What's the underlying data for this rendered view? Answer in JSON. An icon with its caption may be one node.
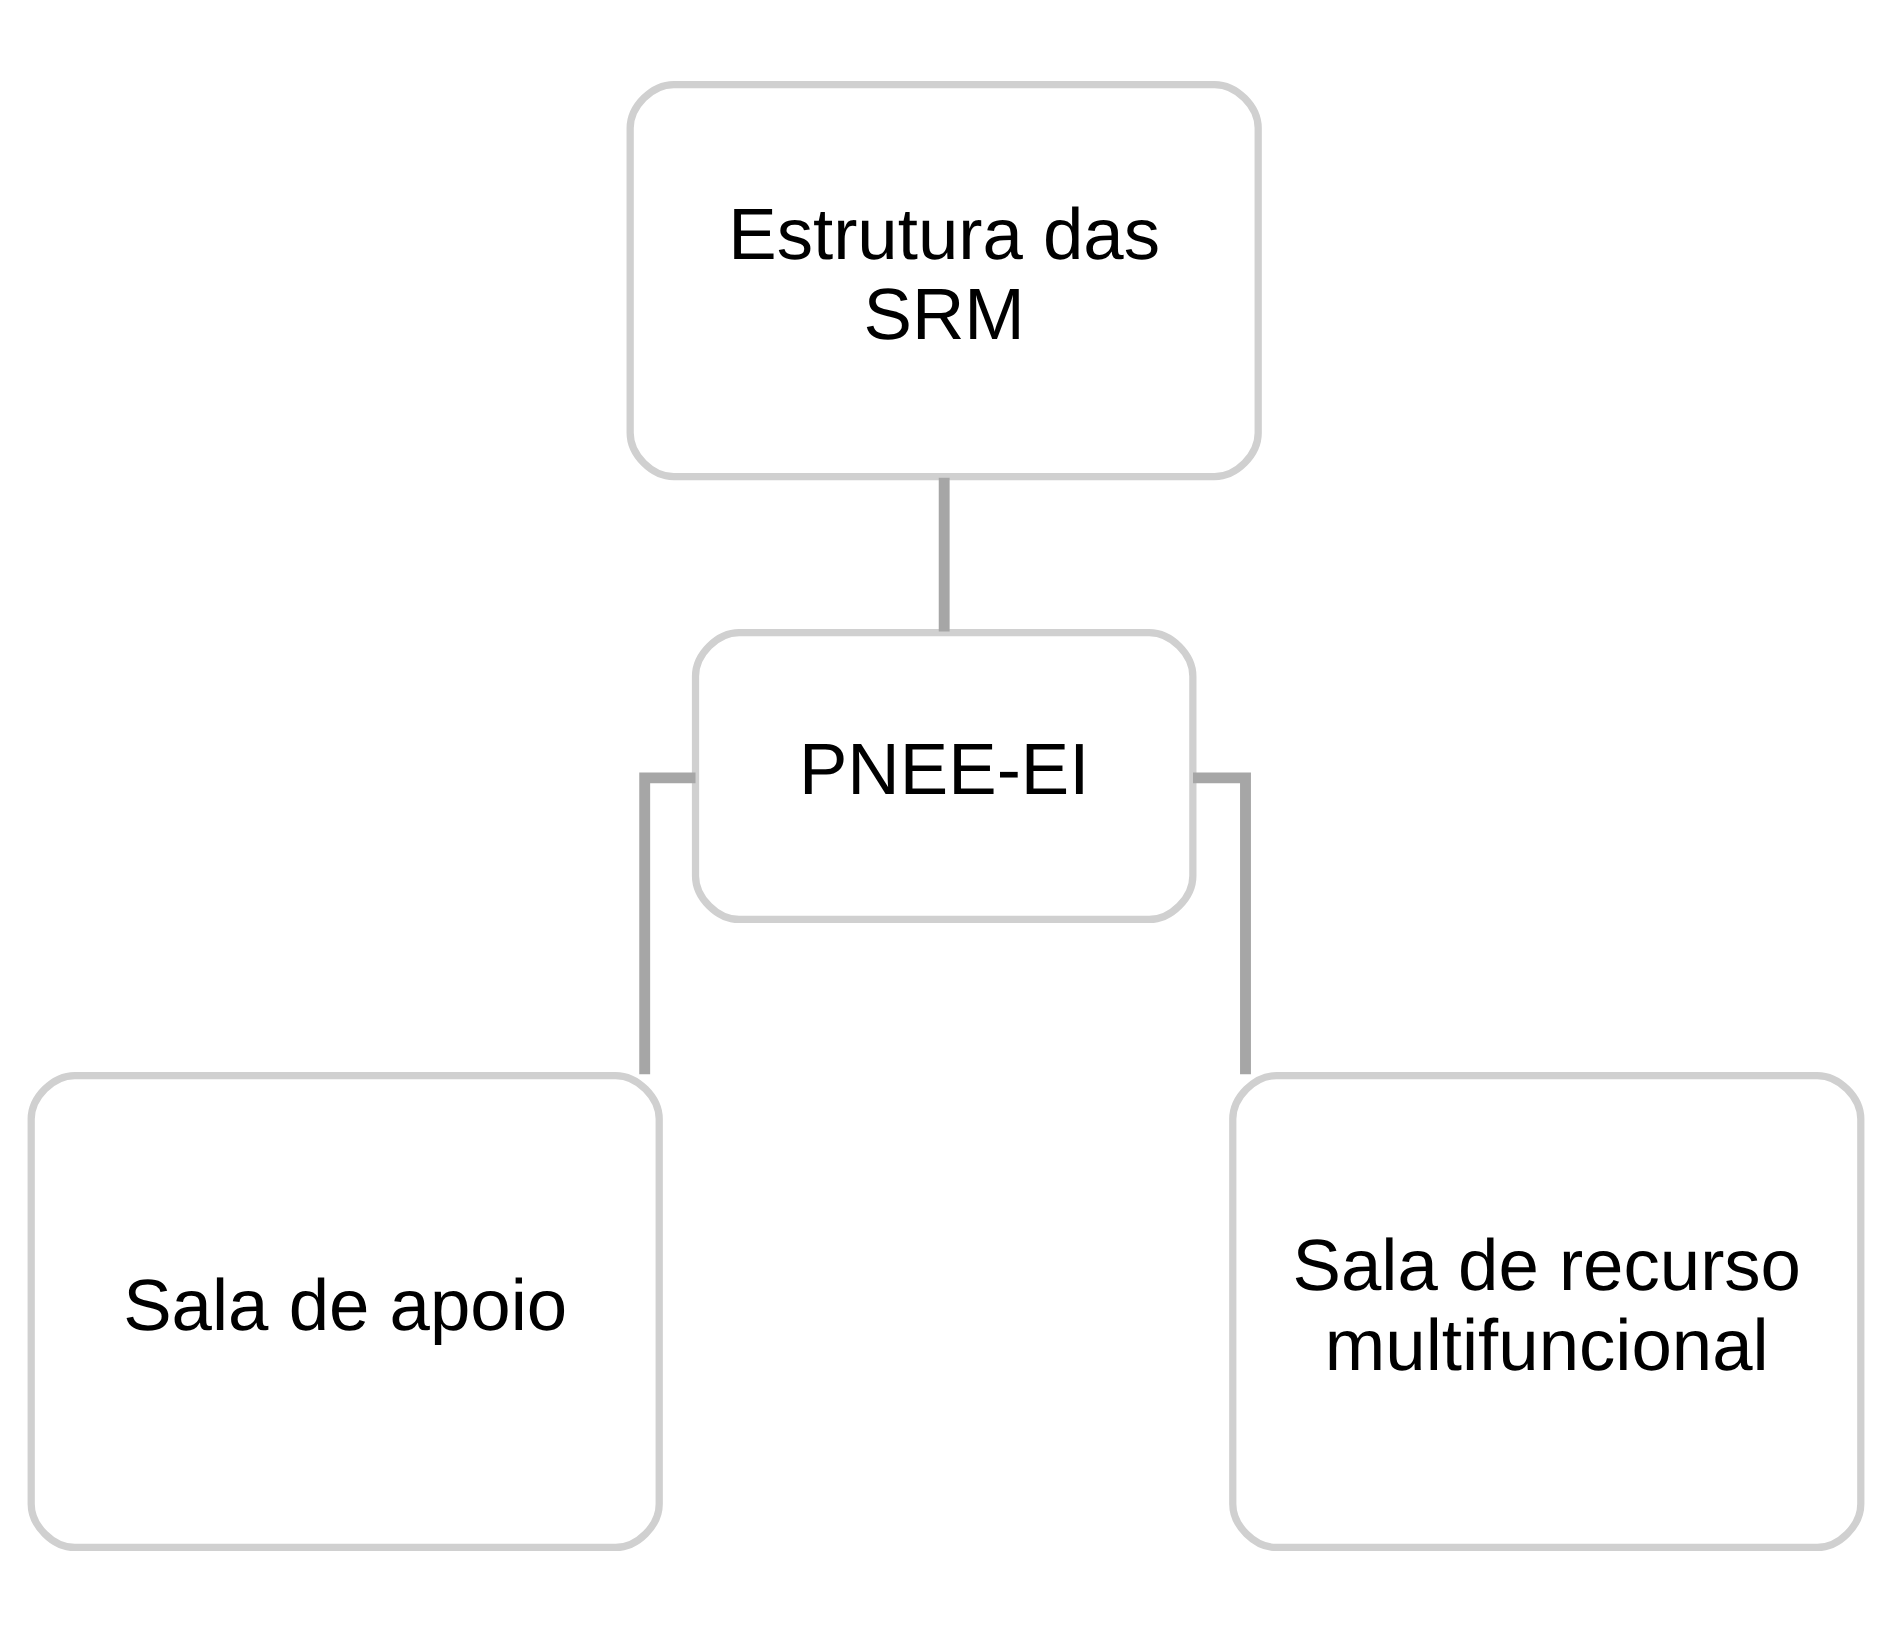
{
  "diagram": {
    "nodes": [
      {
        "text": [
          "Estrutura das SRM"
        ]
      },
      {
        "text": [
          "PNEE-EI"
        ]
      },
      {
        "text": [
          "Sala de apoio"
        ]
      },
      {
        "text": [
          "Sala de recurso multifuncional"
        ]
      }
    ],
    "edges": [
      {
        "from": 0,
        "to": 1,
        "arrow": "none"
      },
      {
        "from": 1,
        "to": 2,
        "arrow": "none"
      },
      {
        "from": 1,
        "to": 3,
        "arrow": "none"
      }
    ]
  }
}
